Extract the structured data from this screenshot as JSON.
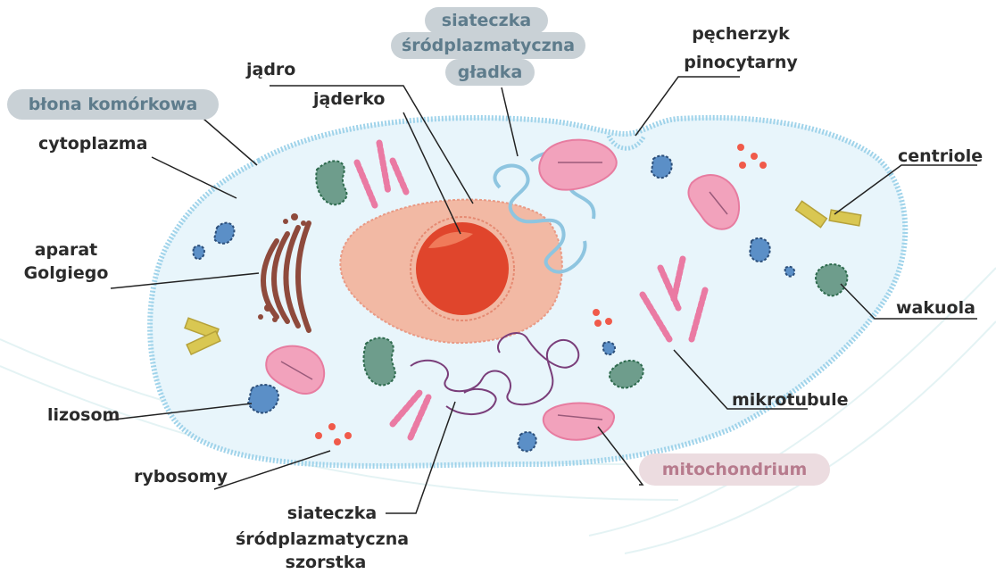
{
  "labels": {
    "blona": "błona komórkowa",
    "cytoplazma": "cytoplazma",
    "aparat": "aparat",
    "golgiego": "Golgiego",
    "lizosom": "lizosom",
    "rybosomy": "rybosomy",
    "jadro": "jądro",
    "jaderko": "jąderko",
    "ser_line1": "siateczka",
    "ser_line2": "śródplazmatyczna",
    "ser_line3": "gładka",
    "rer_line1": "siateczka",
    "rer_line2": "śródplazmatyczna",
    "rer_line3": "szorstka",
    "pecherzyk1": "pęcherzyk",
    "pecherzyk2": "pinocytarny",
    "centriole": "centriole",
    "wakuola": "wakuola",
    "mikrotubule": "mikrotubule",
    "mitochondrium": "mitochondrium"
  },
  "colors": {
    "membrane": "#9fd3ea",
    "cytoplasm": "#e8f5fb",
    "nucleus": "#f2b9a4",
    "nucleolus": "#e0452c",
    "golgi": "#8e4a3c",
    "vacuole": "#6e9d8c",
    "lysosome": "#5b8fc7",
    "mitochondrion": "#f2a2bc",
    "microtubule": "#ea7aa3",
    "ribosome": "#f05a4a",
    "centriole": "#d9c752"
  }
}
